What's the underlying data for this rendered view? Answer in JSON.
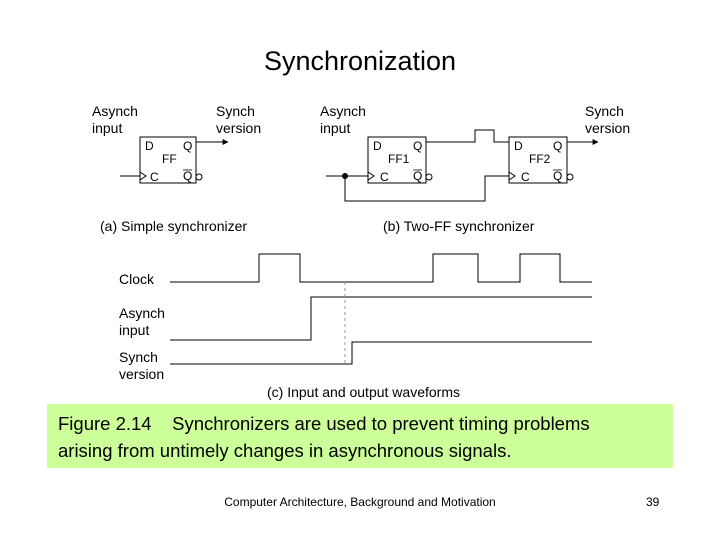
{
  "slide": {
    "title": "Synchronization",
    "footer": "Computer Architecture, Background and Motivation",
    "page_number": "39"
  },
  "diagram": {
    "simple": {
      "input_label": [
        "Asynch",
        "input"
      ],
      "output_label": [
        "Synch",
        "version"
      ],
      "ff_name": "FF",
      "pins": {
        "d": "D",
        "q": "Q",
        "c": "C",
        "qbar": "Q"
      },
      "caption": "(a) Simple synchronizer"
    },
    "two_ff": {
      "input_label": [
        "Asynch",
        "input"
      ],
      "output_label": [
        "Synch",
        "version"
      ],
      "ff1_name": "FF1",
      "ff2_name": "FF2",
      "pins": {
        "d": "D",
        "q": "Q",
        "c": "C",
        "qbar": "Q"
      },
      "caption": "(b) Two-FF synchronizer"
    },
    "waveforms": {
      "labels": {
        "clock": "Clock",
        "asynch": [
          "Asynch",
          "input"
        ],
        "synch": [
          "Synch",
          "version"
        ]
      },
      "caption": "(c) Input and output waveforms"
    }
  },
  "caption": {
    "line1": "Figure 2.14    Synchronizers are used to prevent timing problems",
    "line2": "arising from untimely changes in asynchronous signals."
  },
  "colors": {
    "caption_background": "#ccff99",
    "line": "#000000",
    "dashed_marker": "#999999"
  }
}
